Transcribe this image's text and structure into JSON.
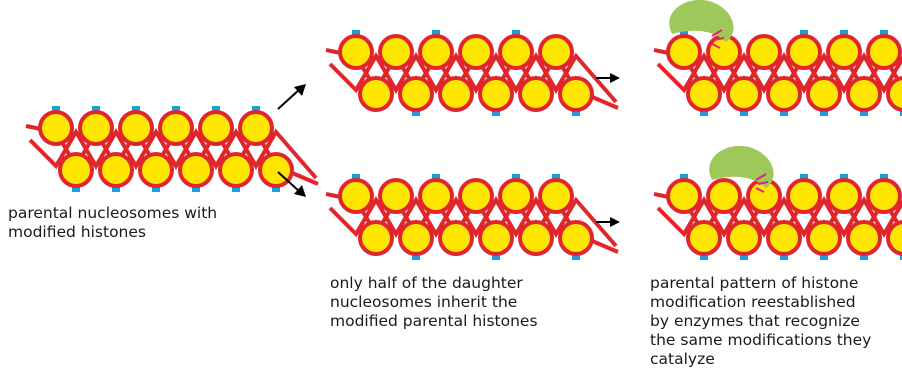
{
  "captions": {
    "parental": "parental nucleosomes with\nmodified histones",
    "half_inherit": "only half of the daughter\nnucleosomes inherit the\nmodified parental histones",
    "reestablished": "parental pattern of histone\nmodification reestablished\nby enzymes that recognize\nthe same modifications they\ncatalyze"
  },
  "colors": {
    "dna": "#e0262c",
    "histone_fill": "#ffe600",
    "histone_ring": "#e0262c",
    "modification_mark": "#1aa0d8",
    "enzyme": "#9fc85a",
    "catalysis_spark": "#e0267a",
    "arrow": "#000000"
  },
  "icons": {
    "arrow": "arrow-icon",
    "enzyme": "enzyme-icon",
    "modification": "modification-mark-icon"
  }
}
